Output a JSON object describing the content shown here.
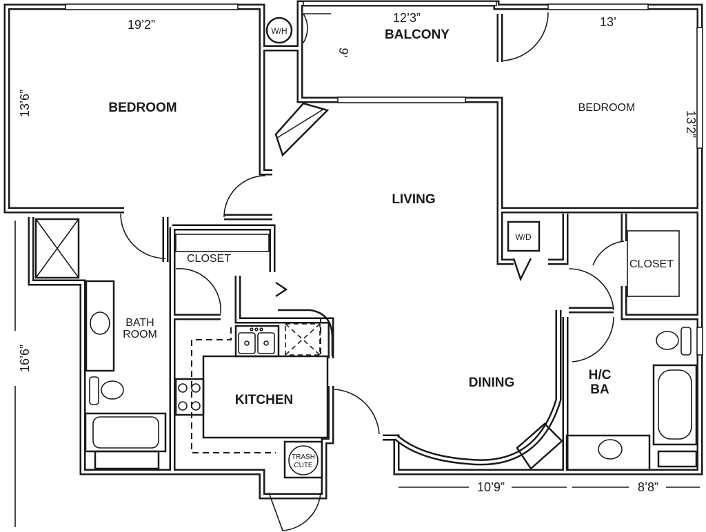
{
  "rooms": {
    "bedroom_left": {
      "label": "BEDROOM",
      "width": "19’2”",
      "depth": "13’6”"
    },
    "balcony": {
      "label": "BALCONY",
      "width": "12’3”",
      "depth": "9’"
    },
    "bedroom_right": {
      "label": "BEDROOM",
      "width": "13’",
      "depth": "13’2”"
    },
    "living": {
      "label": "LIVING"
    },
    "closet_left": {
      "label": "CLOSET"
    },
    "closet_right": {
      "label": "CLOSET"
    },
    "bath": {
      "label_line1": "BATH",
      "label_line2": "ROOM"
    },
    "kitchen": {
      "label": "KITCHEN"
    },
    "dining": {
      "label": "DINING"
    },
    "hc_bath": {
      "label_line1": "H/C",
      "label_line2": "BA"
    }
  },
  "fixtures": {
    "water_heater": "W/H",
    "washer_dryer": "W/D",
    "trash_chute_line1": "TRASH",
    "trash_chute_line2": "CUTE"
  },
  "dimensions": {
    "left_overall": "16’6”",
    "bottom_dining": "10’9”",
    "bottom_bath": "8’8”"
  }
}
